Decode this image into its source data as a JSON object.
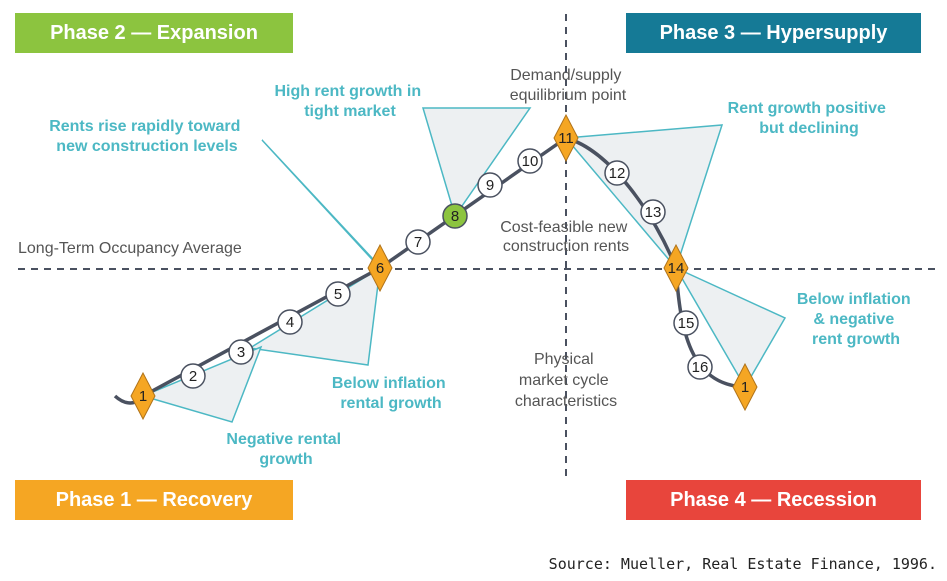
{
  "phases": {
    "p1": {
      "label": "Phase 1 — Recovery",
      "color": "#f5a623"
    },
    "p2": {
      "label": "Phase 2 — Expansion",
      "color": "#8cc43f"
    },
    "p3": {
      "label": "Phase 3 — Hypersupply",
      "color": "#157a96"
    },
    "p4": {
      "label": "Phase 4 — Recession",
      "color": "#e8453c"
    }
  },
  "labels": {
    "occupancy": "Long-Term Occupancy Average",
    "equilibrium": [
      "Demand/supply",
      "equilibrium point"
    ],
    "cost_feasible": [
      "Cost-feasible new",
      "construction rents"
    ],
    "physical": [
      "Physical",
      "market cycle",
      "characteristics"
    ],
    "high_rent": [
      "High rent growth in",
      "tight market"
    ],
    "rents_rise": [
      "Rents rise rapidly toward",
      "new construction levels"
    ],
    "rent_positive": [
      "Rent growth positive",
      "but declining"
    ],
    "below_inflation_left": [
      "Below inflation",
      "rental growth"
    ],
    "negative_rental": [
      "Negative rental",
      "growth"
    ],
    "below_inflation_right": [
      "Below inflation",
      "& negative",
      "rent growth"
    ]
  },
  "points": [
    "1",
    "2",
    "3",
    "4",
    "5",
    "6",
    "7",
    "8",
    "9",
    "10",
    "11",
    "12",
    "13",
    "14",
    "15",
    "16",
    "1"
  ],
  "colors": {
    "diamond": "#f5a623",
    "highlight": "#8cc43f",
    "teal": "#4cb8c4",
    "curve": "#4a5160",
    "callout_fill": "#edf0f2"
  },
  "source": "Source: Mueller, Real Estate Finance, 1996."
}
